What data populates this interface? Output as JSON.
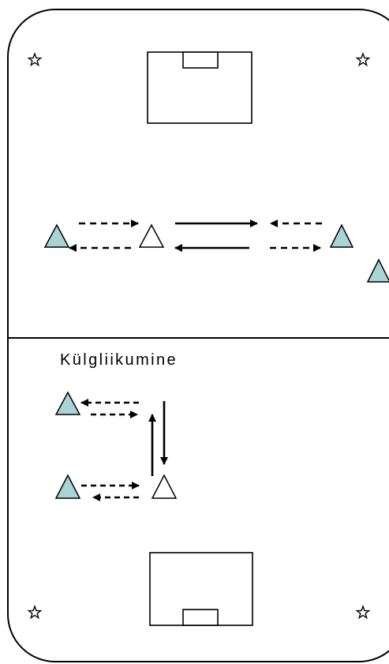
{
  "diagram": {
    "label": "Külgliikumine",
    "colors": {
      "line": "#000000",
      "background": "#ffffff",
      "player_fill": "#a9d4d4",
      "coach_fill": "#ffffff"
    },
    "elements": [
      {
        "kind": "pitch-boundary"
      },
      {
        "kind": "halfway-line"
      },
      {
        "kind": "goal-box",
        "end": "top"
      },
      {
        "kind": "goal-box",
        "end": "bottom"
      },
      {
        "kind": "corner-flag",
        "icon": "star-icon",
        "count": 4
      },
      {
        "kind": "player-cone",
        "shape": "triangle",
        "fill": "blue",
        "count": 5
      },
      {
        "kind": "coach-marker",
        "shape": "triangle",
        "fill": "white",
        "count": 2
      },
      {
        "kind": "run-without-ball",
        "line": "dashed"
      },
      {
        "kind": "pass",
        "line": "solid"
      }
    ]
  }
}
